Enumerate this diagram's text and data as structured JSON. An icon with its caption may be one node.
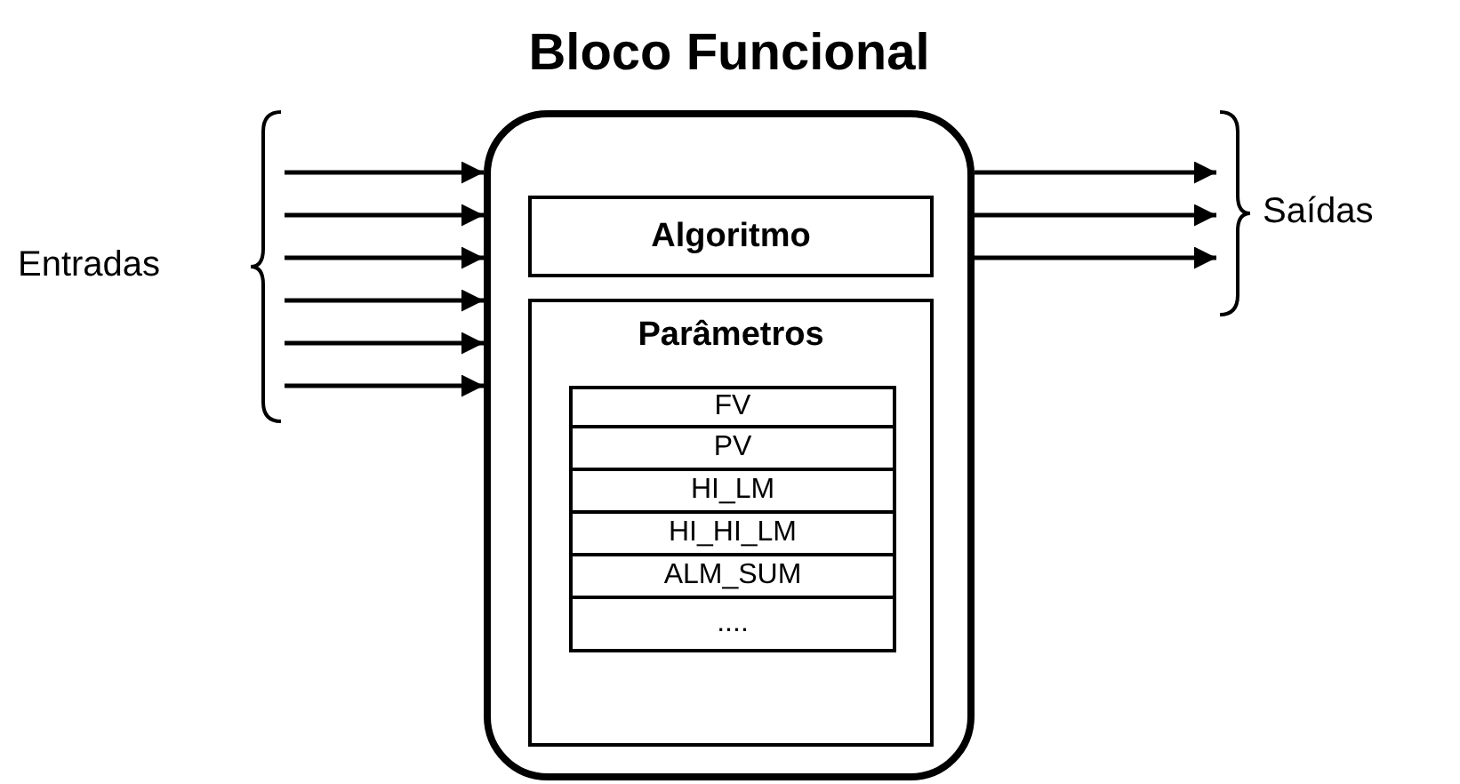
{
  "diagram": {
    "nodes": [
      {
        "text": [
          "Bloco Funcional"
        ]
      },
      {
        "text": [
          "Algoritmo"
        ],
        "in": 0
      },
      {
        "text": [
          "Parâmetros"
        ],
        "in": 0
      },
      {
        "text": [
          "FV"
        ],
        "in": 2
      },
      {
        "text": [
          "PV"
        ],
        "in": 2
      },
      {
        "text": [
          "HI_LM"
        ],
        "in": 2
      },
      {
        "text": [
          "HI_HI_LM"
        ],
        "in": 2
      },
      {
        "text": [
          "ALM_SUM"
        ],
        "in": 2
      },
      {
        "text": [
          "...."
        ],
        "in": 2
      },
      {
        "text": [
          "Entradas"
        ]
      },
      {
        "text": [
          "Saídas"
        ]
      }
    ],
    "edges": [
      {
        "from": 9,
        "to": 0,
        "arrow": "to"
      },
      {
        "from": 9,
        "to": 0,
        "arrow": "to"
      },
      {
        "from": 9,
        "to": 0,
        "arrow": "to"
      },
      {
        "from": 9,
        "to": 0,
        "arrow": "to"
      },
      {
        "from": 9,
        "to": 0,
        "arrow": "to"
      },
      {
        "from": 9,
        "to": 0,
        "arrow": "to"
      },
      {
        "from": 0,
        "to": 10,
        "arrow": "to"
      },
      {
        "from": 0,
        "to": 10,
        "arrow": "to"
      },
      {
        "from": 0,
        "to": 10,
        "arrow": "to"
      }
    ]
  }
}
